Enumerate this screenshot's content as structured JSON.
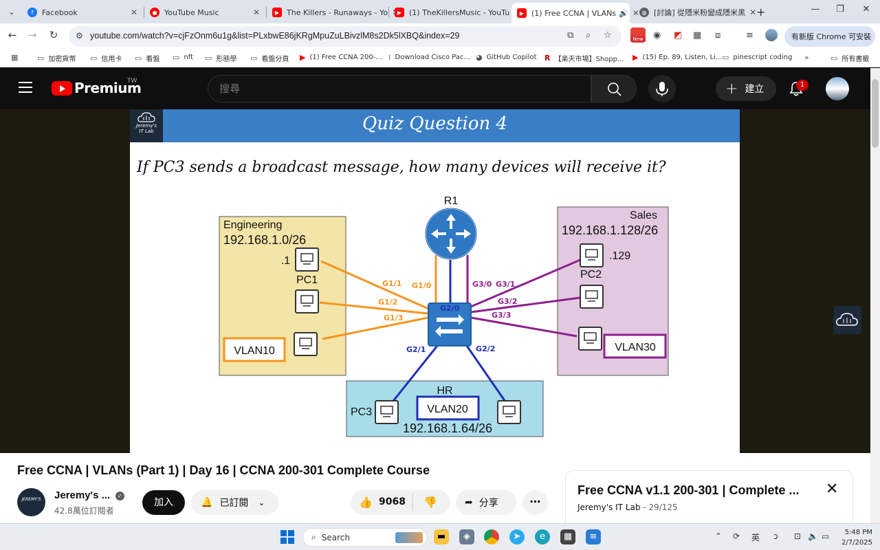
{
  "browser": {
    "tabs": [
      {
        "title": "Facebook",
        "icon": "facebook-icon"
      },
      {
        "title": "YouTube Music",
        "icon": "youtube-music-icon"
      },
      {
        "title": "The Killers - Runaways - Yo",
        "icon": "youtube-icon"
      },
      {
        "title": "(1) TheKillersMusic - YouTu",
        "icon": "youtube-icon"
      },
      {
        "title": "(1) Free CCNA | VLANs",
        "icon": "youtube-icon",
        "active": true
      },
      {
        "title": "[討論] 從隱米粉變成隱米黑",
        "icon": "globe-icon"
      }
    ],
    "url": "youtube.com/watch?v=cjFzOnm6u1g&list=PLxbwE86jKRgMpuZuLBivzlM8s2Dk5lXBQ&index=29",
    "update_button": "有新版 Chrome 可安裝",
    "new_badge": "New",
    "bookmarks": [
      {
        "label": "加密貨幣",
        "icon": "folder-icon"
      },
      {
        "label": "信用卡",
        "icon": "folder-icon"
      },
      {
        "label": "看盤",
        "icon": "folder-icon"
      },
      {
        "label": "nft",
        "icon": "folder-icon"
      },
      {
        "label": "形態學",
        "icon": "folder-icon"
      },
      {
        "label": "看盤分頁",
        "icon": "folder-icon"
      },
      {
        "label": "(1) Free CCNA 200-...",
        "icon": "youtube-icon"
      },
      {
        "label": "Download Cisco Pac...",
        "icon": "cisco-icon"
      },
      {
        "label": "GitHub Copilot",
        "icon": "github-icon"
      },
      {
        "label": "【楽天市場】Shopp...",
        "icon": "rakuten-icon"
      },
      {
        "label": "(15) Ep. 89, Listen, Li...",
        "icon": "youtube-icon"
      },
      {
        "label": "pinescript coding",
        "icon": "folder-icon"
      }
    ],
    "all_bookmarks": "所有書籤"
  },
  "youtube": {
    "brand": "Premium",
    "region": "TW",
    "search_placeholder": "搜尋",
    "create_label": "建立",
    "notification_count": "1"
  },
  "slide": {
    "logo_line1": "Jeremy's",
    "logo_line2": "IT Lab",
    "title": "Quiz Question 4",
    "question": "If PC3 sends a broadcast message, how many devices will receive it?",
    "router": "R1",
    "engineering": {
      "name": "Engineering",
      "subnet": "192.168.1.0/26",
      "pc_ip": ".1",
      "pc_label": "PC1",
      "vlan": "VLAN10"
    },
    "sales": {
      "name": "Sales",
      "subnet": "192.168.1.128/26",
      "pc_ip": ".129",
      "pc_label": "PC2",
      "vlan": "VLAN30"
    },
    "hr": {
      "name": "HR",
      "subnet": "192.168.1.64/26",
      "pc_label": "PC3",
      "vlan": "VLAN20"
    },
    "ports": {
      "g1_1": "G1/1",
      "g1_2": "G1/2",
      "g1_3": "G1/3",
      "g1_0": "G1/0",
      "g2_0": "G2/0",
      "g2_1": "G2/1",
      "g2_2": "G2/2",
      "g3_0": "G3/0",
      "g3_1": "G3/1",
      "g3_2": "G3/2",
      "g3_3": "G3/3"
    },
    "colors": {
      "vlan10": "#f7941d",
      "vlan20": "#1f2fb8",
      "vlan30": "#8e1f8e",
      "router": "#2f78c4",
      "eng_bg": "#f3e4a8",
      "sales_bg": "#e2c9df",
      "hr_bg": "#a9dce9"
    }
  },
  "video": {
    "title": "Free CCNA | VLANs (Part 1) | Day 16 | CCNA 200-301 Complete Course",
    "channel": "Jeremy's ...",
    "subscribers": "42.8萬位訂閱者",
    "join": "加入",
    "subscribed": "已訂閱",
    "likes": "9068",
    "share": "分享"
  },
  "playlist": {
    "title": "Free CCNA v1.1 200-301 | Complete ...",
    "channel": "Jeremy's IT Lab",
    "position": "29/125"
  },
  "taskbar": {
    "search": "Search",
    "ime": "英",
    "time": "5:48 PM",
    "date": "2/7/2025"
  }
}
